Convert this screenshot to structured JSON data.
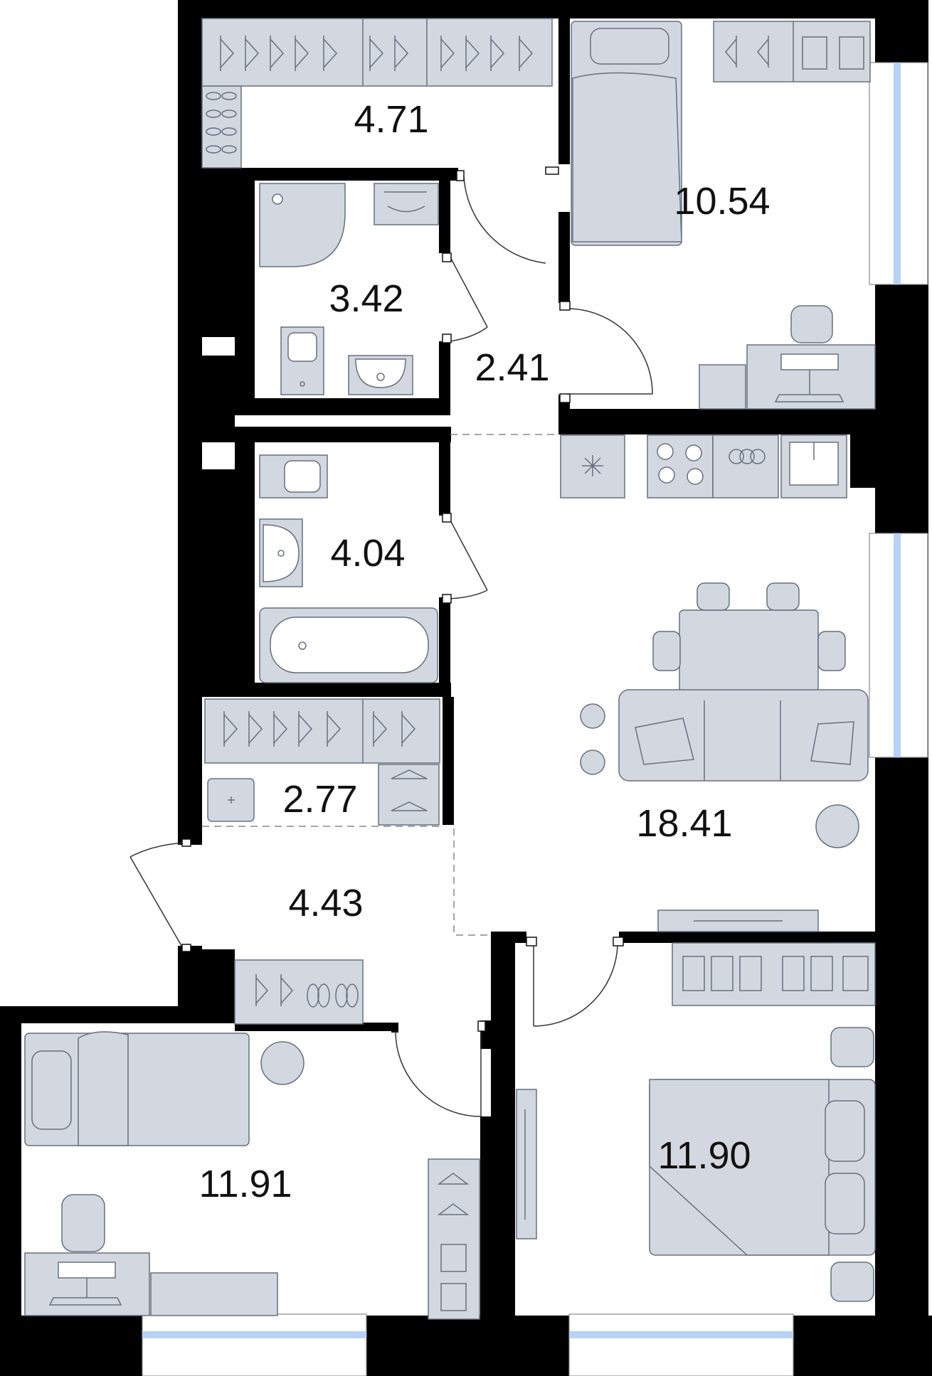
{
  "plan": {
    "rooms": [
      {
        "id": "wardrobe-top",
        "area": "4.71"
      },
      {
        "id": "bedroom-top-right",
        "area": "10.54"
      },
      {
        "id": "bathroom-shower",
        "area": "3.42"
      },
      {
        "id": "hallway-upper",
        "area": "2.41"
      },
      {
        "id": "bathroom-tub",
        "area": "4.04"
      },
      {
        "id": "storage",
        "area": "2.77"
      },
      {
        "id": "living-kitchen",
        "area": "18.41"
      },
      {
        "id": "hallway-entrance",
        "area": "4.43"
      },
      {
        "id": "bedroom-bottom-left",
        "area": "11.91"
      },
      {
        "id": "bedroom-bottom-right",
        "area": "11.90"
      }
    ],
    "colors": {
      "wall": "#000000",
      "furniture_fill": "#d3d7e0",
      "furniture_stroke": "#66707f",
      "window_glass": "#b6d2f5",
      "background": "#ffffff"
    }
  }
}
